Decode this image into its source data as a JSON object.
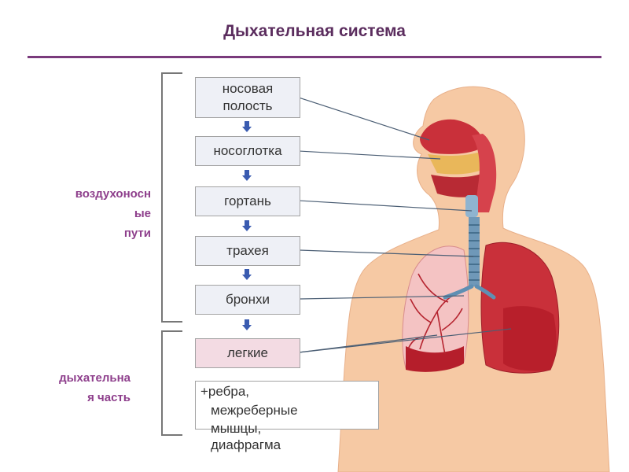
{
  "title": "Дыхательная система",
  "groups": {
    "airways": {
      "line1": "воздухоносн",
      "line2": "ые",
      "line3": "пути"
    },
    "respiratory": {
      "line1": "дыхательна",
      "line2": "я часть"
    }
  },
  "boxes": {
    "nasal_line1": "носовая",
    "nasal_line2": "полость",
    "nasopharynx": "носоглотка",
    "larynx": "гортань",
    "trachea": "трахея",
    "bronchi": "бронхи",
    "lungs": "легкие"
  },
  "note": {
    "line1": "+ребра,",
    "line2": "межреберные",
    "line3": "мышцы,",
    "line4": "диафрагма"
  },
  "colors": {
    "title": "#5b2d5e",
    "label": "#8e3f8c",
    "skin": "#f6c9a4",
    "lung": "#c9303a",
    "arrow": "#3a5bb0"
  }
}
